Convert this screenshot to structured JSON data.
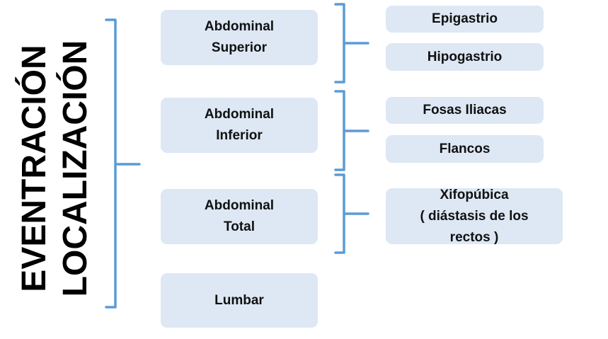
{
  "title": {
    "line1": "EVENTRACIÓN",
    "line2": "LOCALIZACIÓN"
  },
  "categories": [
    {
      "label": "Abdominal\nSuperior",
      "subitems": [
        "Epigastrio",
        "Hipogastrio"
      ]
    },
    {
      "label": "Abdominal\nInferior",
      "subitems": [
        "Fosas Iliacas",
        "Flancos"
      ]
    },
    {
      "label": "Abdominal\nTotal",
      "subitems": [
        "Xifopúbica\n( diástasis de los\nrectos )"
      ]
    },
    {
      "label": "Lumbar",
      "subitems": []
    }
  ],
  "colors": {
    "box_fill": "#dde8f4",
    "bracket": "#5b9bd5",
    "text": "#111111"
  }
}
